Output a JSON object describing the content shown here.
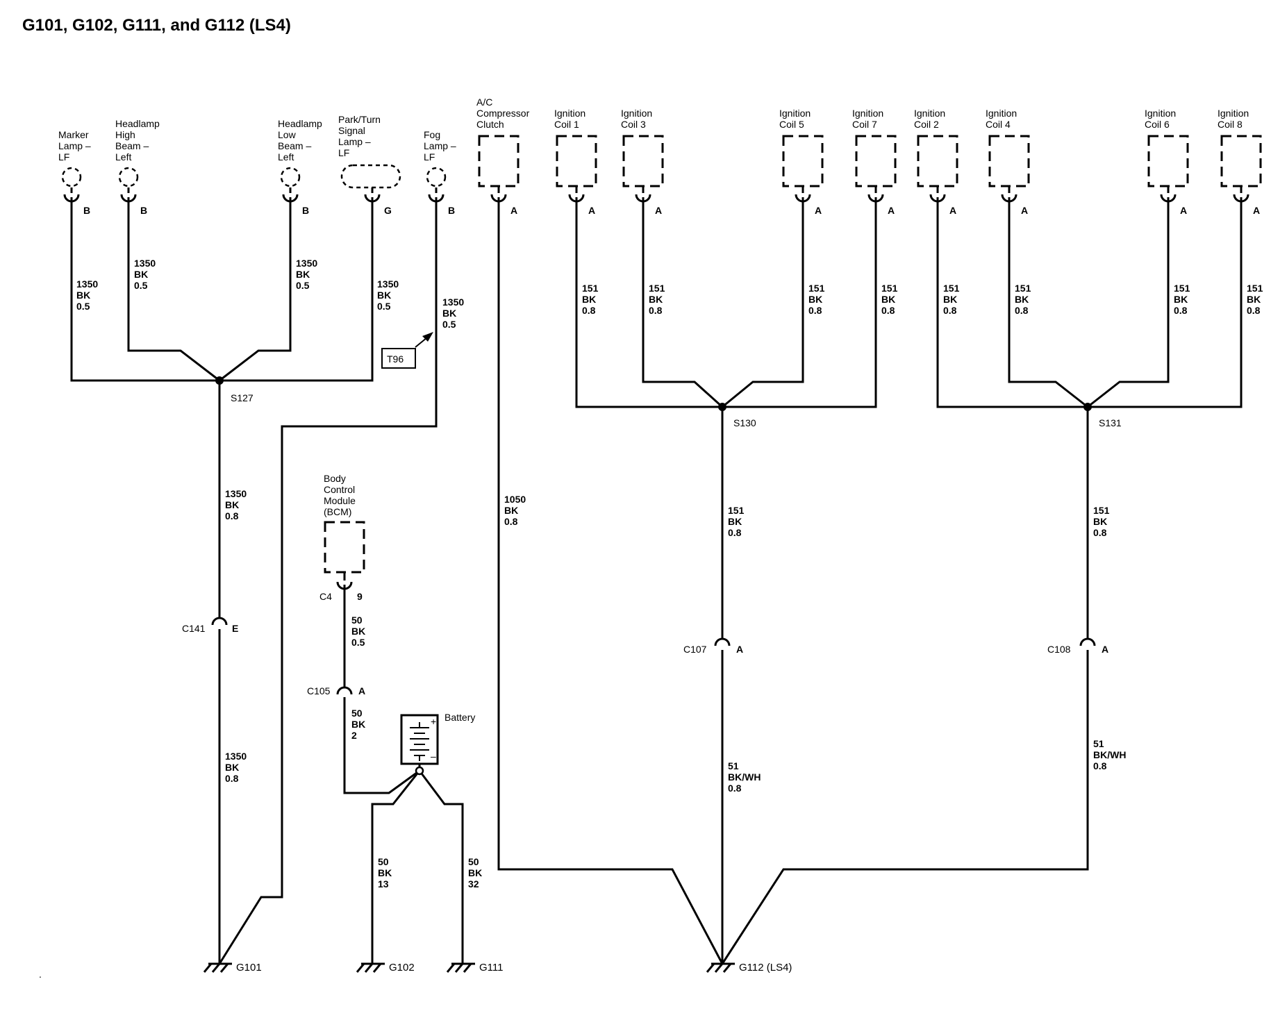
{
  "title": "G101, G102, G111, and G112 (LS4)",
  "components": {
    "marker_lamp": [
      "Marker",
      "Lamp –",
      "LF"
    ],
    "headlamp_high": [
      "Headlamp",
      "High",
      "Beam –",
      "Left"
    ],
    "headlamp_low": [
      "Headlamp",
      "Low",
      "Beam –",
      "Left"
    ],
    "park_turn": [
      "Park/Turn",
      "Signal",
      "Lamp –",
      "LF"
    ],
    "fog_lamp": [
      "Fog",
      "Lamp –",
      "LF"
    ],
    "ac_clutch": [
      "A/C",
      "Compressor",
      "Clutch"
    ],
    "coil1": [
      "Ignition",
      "Coil 1"
    ],
    "coil3": [
      "Ignition",
      "Coil 3"
    ],
    "coil5": [
      "Ignition",
      "Coil 5"
    ],
    "coil7": [
      "Ignition",
      "Coil 7"
    ],
    "coil2": [
      "Ignition",
      "Coil 2"
    ],
    "coil4": [
      "Ignition",
      "Coil 4"
    ],
    "coil6": [
      "Ignition",
      "Coil 6"
    ],
    "coil8": [
      "Ignition",
      "Coil 8"
    ],
    "bcm": [
      "Body",
      "Control",
      "Module",
      "(BCM)"
    ],
    "battery": "Battery"
  },
  "pins": {
    "marker": "B",
    "high": "B",
    "low": "B",
    "park": "G",
    "fog": "B",
    "ac": "A",
    "coil1": "A",
    "coil3": "A",
    "coil5": "A",
    "coil7": "A",
    "coil2": "A",
    "coil4": "A",
    "coil6": "A",
    "coil8": "A",
    "bcm_conn": "C4",
    "bcm_pin": "9",
    "c141_pin": "E",
    "c105_pin": "A",
    "c107_pin": "A",
    "c108_pin": "A"
  },
  "wires": {
    "marker": [
      "1350",
      "BK",
      "0.5"
    ],
    "high": [
      "1350",
      "BK",
      "0.5"
    ],
    "low": [
      "1350",
      "BK",
      "0.5"
    ],
    "park": [
      "1350",
      "BK",
      "0.5"
    ],
    "fog": [
      "1350",
      "BK",
      "0.5"
    ],
    "s127_c141": [
      "1350",
      "BK",
      "0.8"
    ],
    "c141_g101": [
      "1350",
      "BK",
      "0.8"
    ],
    "ac": [
      "1050",
      "BK",
      "0.8"
    ],
    "coil1": [
      "151",
      "BK",
      "0.8"
    ],
    "coil3": [
      "151",
      "BK",
      "0.8"
    ],
    "coil5": [
      "151",
      "BK",
      "0.8"
    ],
    "coil7": [
      "151",
      "BK",
      "0.8"
    ],
    "coil2": [
      "151",
      "BK",
      "0.8"
    ],
    "coil4": [
      "151",
      "BK",
      "0.8"
    ],
    "coil6": [
      "151",
      "BK",
      "0.8"
    ],
    "coil8": [
      "151",
      "BK",
      "0.8"
    ],
    "s130_c107": [
      "151",
      "BK",
      "0.8"
    ],
    "s131_c108": [
      "151",
      "BK",
      "0.8"
    ],
    "c107_g112": [
      "51",
      "BK/WH",
      "0.8"
    ],
    "c108_g112": [
      "51",
      "BK/WH",
      "0.8"
    ],
    "bcm_c105": [
      "50",
      "BK",
      "0.5"
    ],
    "c105_batt": [
      "50",
      "BK",
      "2"
    ],
    "batt_g102": [
      "50",
      "BK",
      "13"
    ],
    "batt_g111": [
      "50",
      "BK",
      "32"
    ]
  },
  "splices": {
    "s127": "S127",
    "s130": "S130",
    "s131": "S131"
  },
  "connectors": {
    "c141": "C141",
    "c105": "C105",
    "c107": "C107",
    "c108": "C108"
  },
  "reference": "T96",
  "grounds": {
    "g101": "G101",
    "g102": "G102",
    "g111": "G111",
    "g112": "G112 (LS4)"
  },
  "battery_symbols": {
    "plus": "+",
    "minus": "–"
  },
  "stray_mark": "."
}
